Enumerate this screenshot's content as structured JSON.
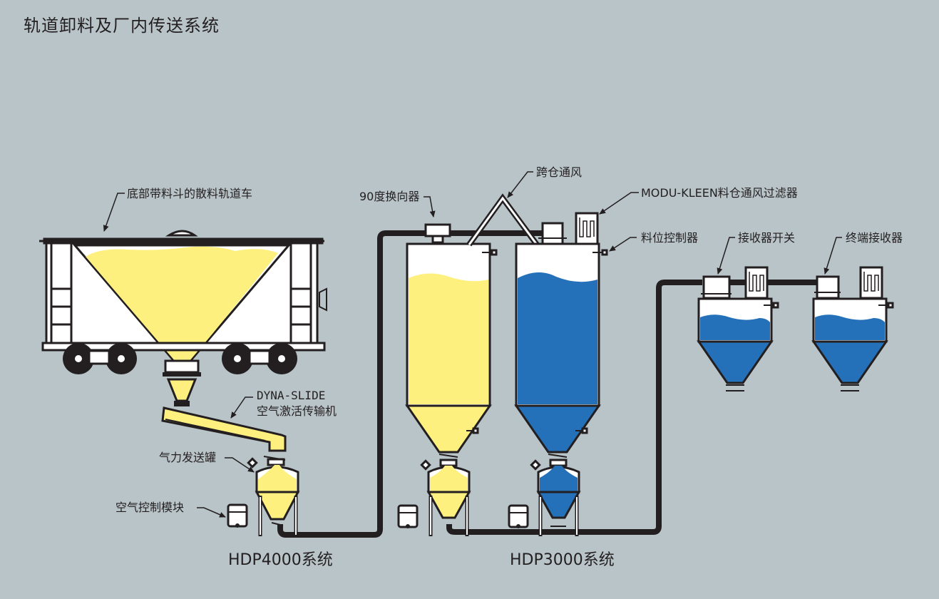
{
  "title": "轨道卸料及厂内传送系统",
  "colors": {
    "background": "#b9c4c9",
    "material_yellow": "#fdf07e",
    "material_blue": "#2470b9",
    "outline": "#231f20",
    "vessel_white": "#ffffff"
  },
  "labels": {
    "railcar": "底部带料斗的散料轨道车",
    "dyna_slide_line1": "DYNA-SLIDE",
    "dyna_slide_line2": "空气激活传输机",
    "transporter": "气力发送罐",
    "air_control": "空气控制模块",
    "diverter": "90度换向器",
    "cross_vent": "跨仓通风",
    "bin_vent_filter": "MODU-KLEEN料仓通风过滤器",
    "level_control": "料位控制器",
    "receiver_switch": "接收器开关",
    "terminal_receiver": "终端接收器"
  },
  "systems": {
    "hdp4000": "HDP4000系统",
    "hdp3000": "HDP3000系统"
  }
}
